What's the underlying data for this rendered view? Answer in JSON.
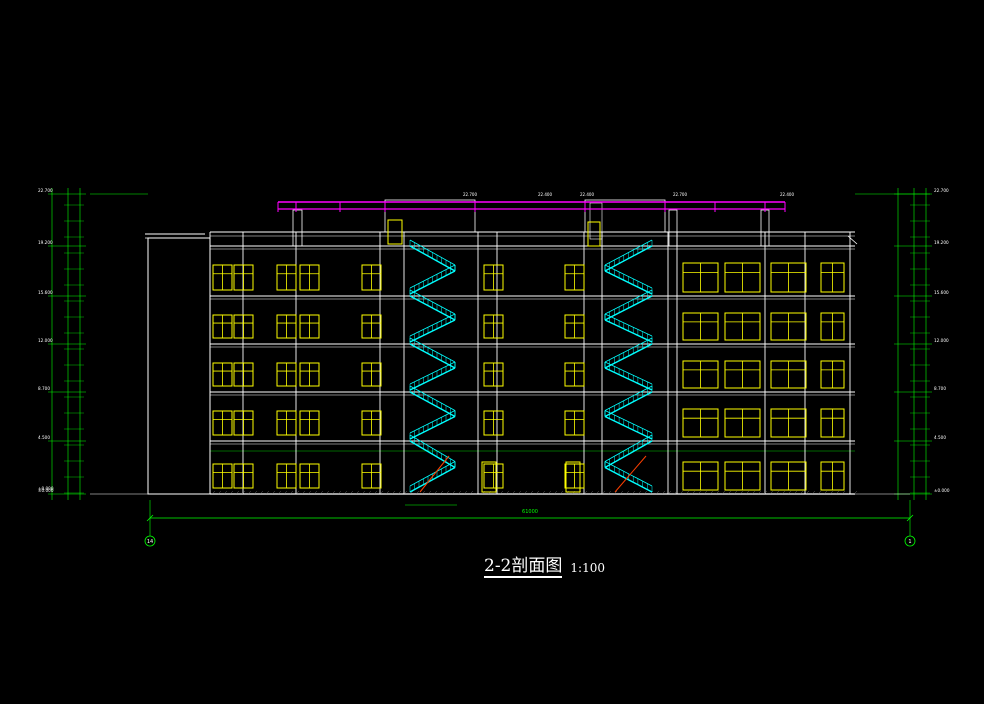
{
  "drawing": {
    "title": "2-2剖面图",
    "scale": "1:100",
    "total_dimension": "61000",
    "grid_axis_left": "14",
    "grid_axis_right": "1",
    "ground_elevation": "±0.000",
    "elevations_left": [
      "±0.000",
      "4.500",
      "8.700",
      "12.000",
      "15.600",
      "19.200",
      "22.700"
    ],
    "elevations_right": [
      "±0.000",
      "4.500",
      "8.700",
      "12.000",
      "15.600",
      "19.200",
      "22.700"
    ],
    "roof_elevations": [
      "22.700",
      "22.400",
      "22.400",
      "22.700",
      "22.400"
    ]
  },
  "colors": {
    "background": "#000000",
    "structure": "#ffffff",
    "windows": "#ffff00",
    "stairs": "#00ffff",
    "dimensions": "#00ff00",
    "roof_parapet": "#ff00ff",
    "stair_tread": "#ff4000"
  }
}
